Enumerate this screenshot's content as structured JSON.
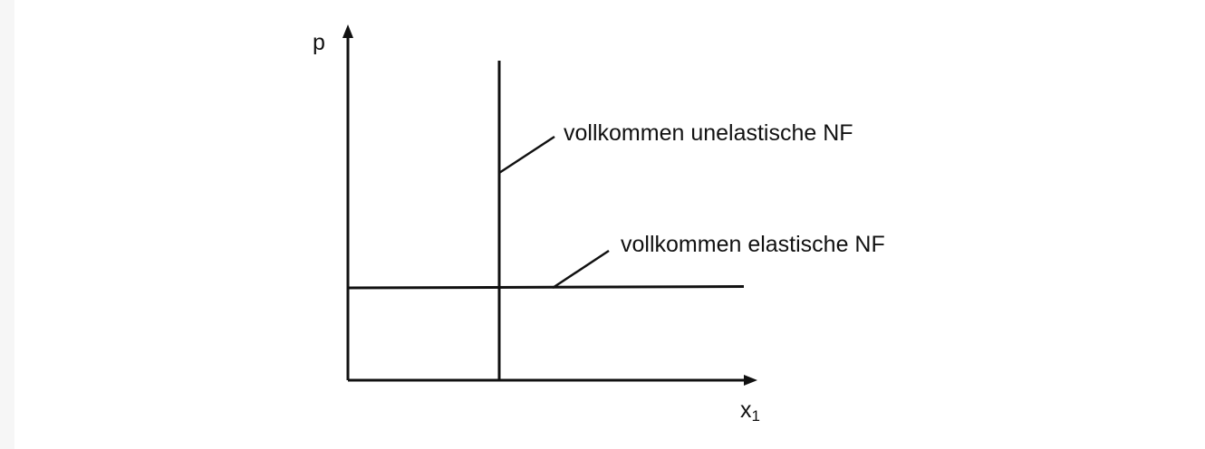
{
  "axes": {
    "y_label": "p",
    "x_label": "x",
    "x_label_subscript": "1"
  },
  "curves": {
    "vertical_label": "vollkommen unelastische NF",
    "horizontal_label": "vollkommen elastische NF"
  },
  "colors": {
    "line": "#111111",
    "background": "#ffffff",
    "left_strip": "#f6f6f6"
  }
}
